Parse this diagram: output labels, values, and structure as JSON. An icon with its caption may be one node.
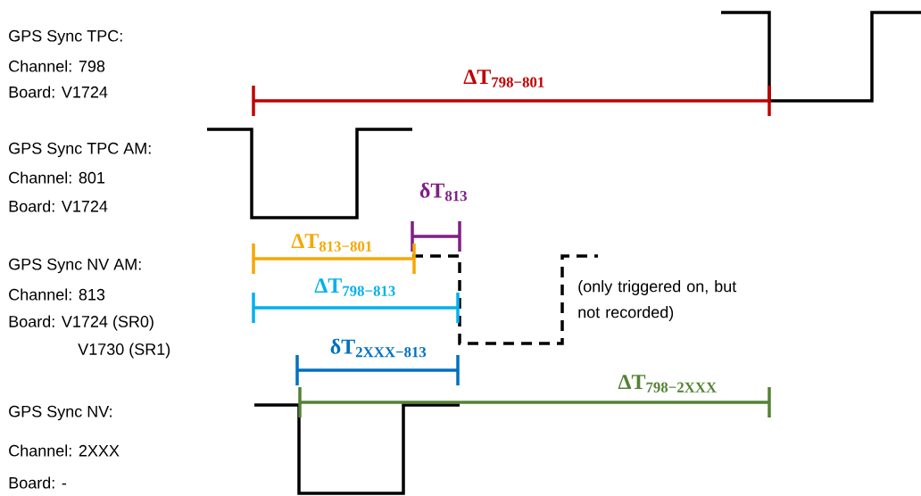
{
  "diagram": {
    "labels": [
      "GPS Sync TPC:",
      "Channel: 798",
      "Board: V1724",
      "ΔT$_{798−801}$",
      "GPS Sync TPC AM:",
      "Channel: 801",
      "Board: V1724",
      "δT$_{813}$",
      "ΔT$_{813−801}$",
      "GPS Sync NV AM:",
      "Channel: 813",
      "Board: V1724 (SR0)",
      "V1730 (SR1)",
      "(only triggered on, but not recorded)",
      "ΔT$_{798−813}$",
      "δT$_{2XXX−813}$",
      "ΔT$_{798−2XXX}$",
      "GPS Sync NV:",
      "Channel: 2XXX",
      "Board: -"
    ]
  }
}
